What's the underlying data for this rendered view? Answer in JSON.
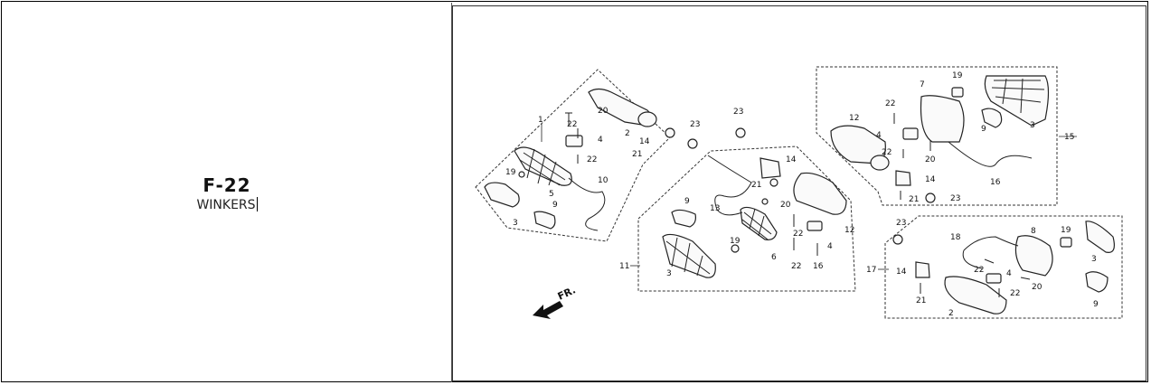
{
  "header": {
    "code": "F-22",
    "name": "WINKERS"
  },
  "diagram": {
    "direction_label": "FR.",
    "callouts": [
      "1",
      "2",
      "3",
      "4",
      "5",
      "6",
      "7",
      "8",
      "9",
      "10",
      "11",
      "12",
      "13",
      "14",
      "15",
      "16",
      "17",
      "18",
      "19",
      "20",
      "21",
      "22",
      "23"
    ]
  }
}
